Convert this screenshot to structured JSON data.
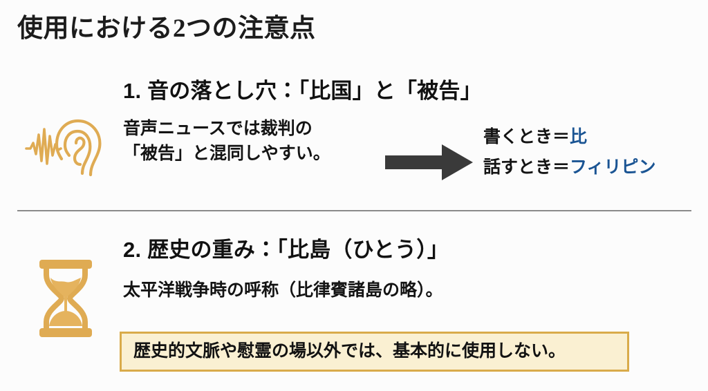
{
  "slide": {
    "title": "使用における2つの注意点",
    "background_color": "#fcfcfc",
    "divider_color": "#8a8a8a"
  },
  "accent_colors": {
    "icon_gold": "#dfab53",
    "highlight_blue": "#1a5493",
    "callout_fill": "#faf0d2",
    "callout_border": "#d9ab4a",
    "arrow": "#3a3a3a"
  },
  "sections": [
    {
      "number": "1.",
      "icon": "ear-soundwave-icon",
      "heading": "1. 音の落とし穴：「比国」と「被告」",
      "text": "音声ニュースでは裁判の\n「被告」と混同しやすい。",
      "arrow": "right-arrow-icon",
      "pronunciation": [
        {
          "label": "書くとき＝",
          "value": "比"
        },
        {
          "label": "話すとき＝",
          "value": "フィリピン"
        }
      ]
    },
    {
      "number": "2.",
      "icon": "hourglass-icon",
      "heading": "2. 歴史の重み：「比島（ひとう）」",
      "text": "太平洋戦争時の呼称（比律賓諸島の略）。",
      "callout": "歴史的文脈や慰霊の場以外では、基本的に使用しない。"
    }
  ]
}
